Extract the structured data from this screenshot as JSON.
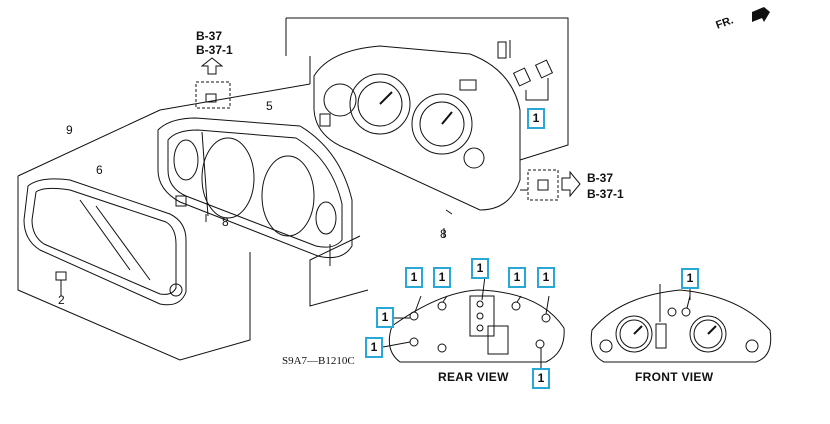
{
  "direction": "FR.",
  "refs": {
    "top": [
      "B-37",
      "B-37-1"
    ],
    "right": [
      "B-37",
      "B-37-1"
    ]
  },
  "parts": {
    "p9": "9",
    "p6": "6",
    "p5": "5",
    "p8a": "8",
    "p8b": "8",
    "p2": "2"
  },
  "callout": "1",
  "diagram_code": "S9A7—B1210C",
  "views": {
    "rear": "REAR VIEW",
    "front": "FRONT VIEW"
  }
}
